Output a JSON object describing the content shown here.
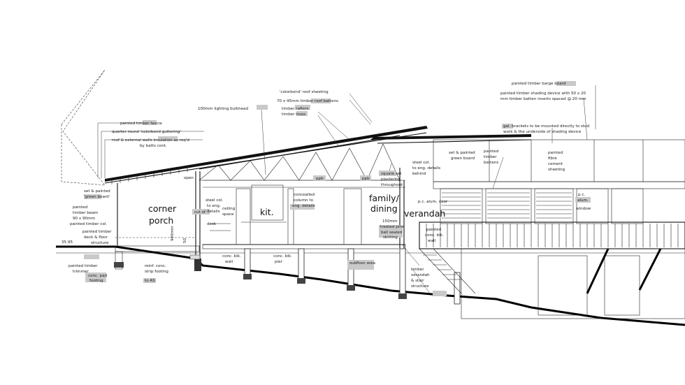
{
  "rooms": {
    "corner_porch_1": "corner",
    "corner_porch_2": "porch",
    "kitchen": "kit.",
    "family_1": "family/",
    "family_2": "dining",
    "verandah": "verandah"
  },
  "level": "35.95",
  "notes": {
    "colorbond_roof": "'colorbond' roof sheeting",
    "timber_battens": "70 x 45mm timber roof battens",
    "rafters_1": "timber rafters",
    "rafters_2": "timber truss",
    "lighting_bulkhead": "100mm lighting bulkhead",
    "fascia": "painted timber fascia",
    "guttering": "quarter round 'colorbond guttering'",
    "insulation_1": "roof & external walls insulation as req'd",
    "insulation_2": "by batts cont.",
    "green_board_1": "set & painted",
    "green_board_2": "'green board'",
    "beam_1": "painted",
    "beam_2": "timber beam",
    "beam_3": "90 x 90mm",
    "beam_4": "painted timber col.",
    "deck_1": "painted timber",
    "deck_2": "deck & floor",
    "deck_3": "structure",
    "trimmer_1": "painted timber",
    "trimmer_2": "trimmer",
    "footing_tag_1": "conc. pad",
    "footing_tag_2": "footing",
    "strip_1": "reinf. conc.",
    "strip_2": "strip footing",
    "strip_3": "to AS",
    "dim_900": "900mm",
    "dim_50": "50",
    "open": "open",
    "steel_col_1": "steel col.",
    "steel_col_2": "to eng.",
    "steel_col_3": "details",
    "conc_blk_1": "conc. blk.",
    "conc_blk_2": "wall",
    "conc_blk_pier_1": "conc. blk.",
    "conc_blk_pier_2": "pier",
    "concealed_1": "concealled",
    "concealed_2": "column to",
    "concealed_3": "eng. details",
    "treated_pine_1": "150mm",
    "treated_pine_2": "treated pine",
    "treated_pine_3": "ball sealed",
    "treated_pine_4": "skirting",
    "plaster_1": "square set",
    "plaster_2": "plastering",
    "plaster_3": "throughout",
    "steel_col_b1": "steel col.",
    "steel_col_b2": "to eng. details",
    "steel_col_b3": "behind",
    "pc_door": "p.c. alum. door",
    "conc_wall_1": "painted",
    "conc_wall_2": "conc. blk.",
    "conc_wall_3": "wall",
    "subfloor": "subfloor area",
    "stair_1": "timber",
    "stair_2": "verandah",
    "stair_3": "& stair",
    "stair_4": "structure",
    "barge": "painted timber barge board",
    "shading_1": "painted timber shading device with 50 x 20",
    "shading_2": "mm timber batten inserts spaced @ 20 mm",
    "brackets_1": "gal. brackets to be mounted directly to stud",
    "brackets_2": "work & the underside of shading device",
    "green_board_b1": "set & painted",
    "green_board_b2": "green board",
    "battens_1": "painted",
    "battens_2": "timber",
    "battens_3": "battens",
    "fibre_1": "painted",
    "fibre_2": "fibre",
    "fibre_3": "cement",
    "fibre_4": "sheeting",
    "window_1": "p.c.",
    "window_2": "alum.",
    "window_3": "window",
    "ppb_1": "ppb",
    "ppb_2": "ppb",
    "sink_1": "ceiling",
    "sink_2": "space",
    "tiny_1": "desk",
    "cut_of": "cut of"
  }
}
